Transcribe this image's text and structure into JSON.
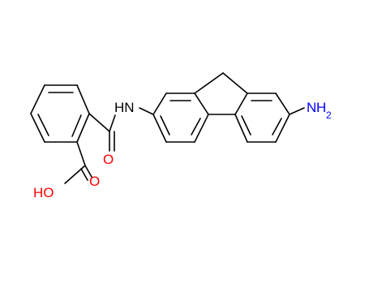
{
  "molecule": {
    "atoms": {
      "amide_nh": "HN",
      "amine_n": "N",
      "amine_h": "H",
      "amine_h_count": "2",
      "carbonyl_o": "O",
      "acid_oh": "HO",
      "acid_o": "O"
    },
    "colors": {
      "bond": "#000000",
      "nitrogen": "#0000ff",
      "oxygen": "#ff0000"
    }
  }
}
